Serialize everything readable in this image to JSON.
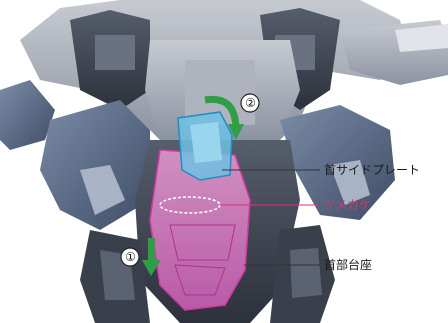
{
  "photo": {
    "subject": "Figure assembly instruction photo",
    "colors": {
      "background": "#ffffff",
      "armor_dark": "#3d4350",
      "armor_blue": "#5e708c",
      "armor_light": "#c9ccd3",
      "highlight_cyan": "#29a6d6",
      "highlight_magenta": "#d43aa3",
      "arrow_green": "#2f9e45",
      "label_red": "#e0306e"
    }
  },
  "callouts": {
    "neck_side_plate": "首サイドプレート",
    "claw_catch": "ツメカケ",
    "neck_base": "首部台座"
  },
  "steps": {
    "step1": "①",
    "step2": "②"
  }
}
